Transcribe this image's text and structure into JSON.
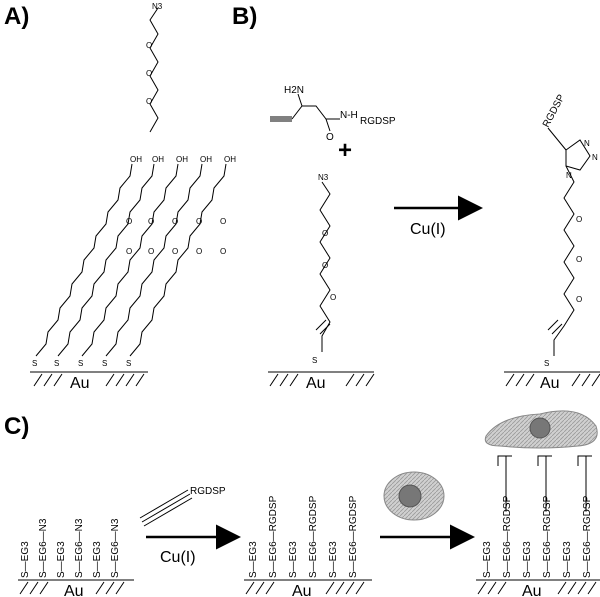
{
  "panels": {
    "a": {
      "label": "A)",
      "surface": "Au",
      "thiol": "S",
      "oxygen": "O",
      "hydroxyl": "OH",
      "azide": "N3"
    },
    "b": {
      "label": "B)",
      "reagent_amine": "H2N",
      "reagent_amide_o": "O",
      "reagent_amide_n": "N",
      "reagent_amide_h": "H",
      "peptide": "RGDSP",
      "plus": "+",
      "azide": "N3",
      "oxygen": "O",
      "thiol": "S",
      "surface": "Au",
      "catalyst": "Cu(I)",
      "triazole_n": "N",
      "product_peptide": "RGDSP"
    },
    "c": {
      "label": "C)",
      "surface": "Au",
      "catalyst": "Cu(I)",
      "alkyne_peptide": "RGDSP",
      "stage1": [
        "S—EG3",
        "S—EG6—N3",
        "S—EG3",
        "S—EG6—N3",
        "S—EG3",
        "S—EG6—N3"
      ],
      "stage2": [
        "S—EG3",
        "S—EG6—RGDSP",
        "S—EG3",
        "S—EG6—RGDSP",
        "S—EG3",
        "S—EG6—RGDSP"
      ],
      "stage3": [
        "S—EG3",
        "S—EG6—RGDSP",
        "S—EG3",
        "S—EG6—RGDSP",
        "S—EG3",
        "S—EG6—RGDSP"
      ]
    }
  },
  "colors": {
    "cell_fill": "#c8c8c8",
    "nucleus": "#777777",
    "ink": "#000000"
  }
}
